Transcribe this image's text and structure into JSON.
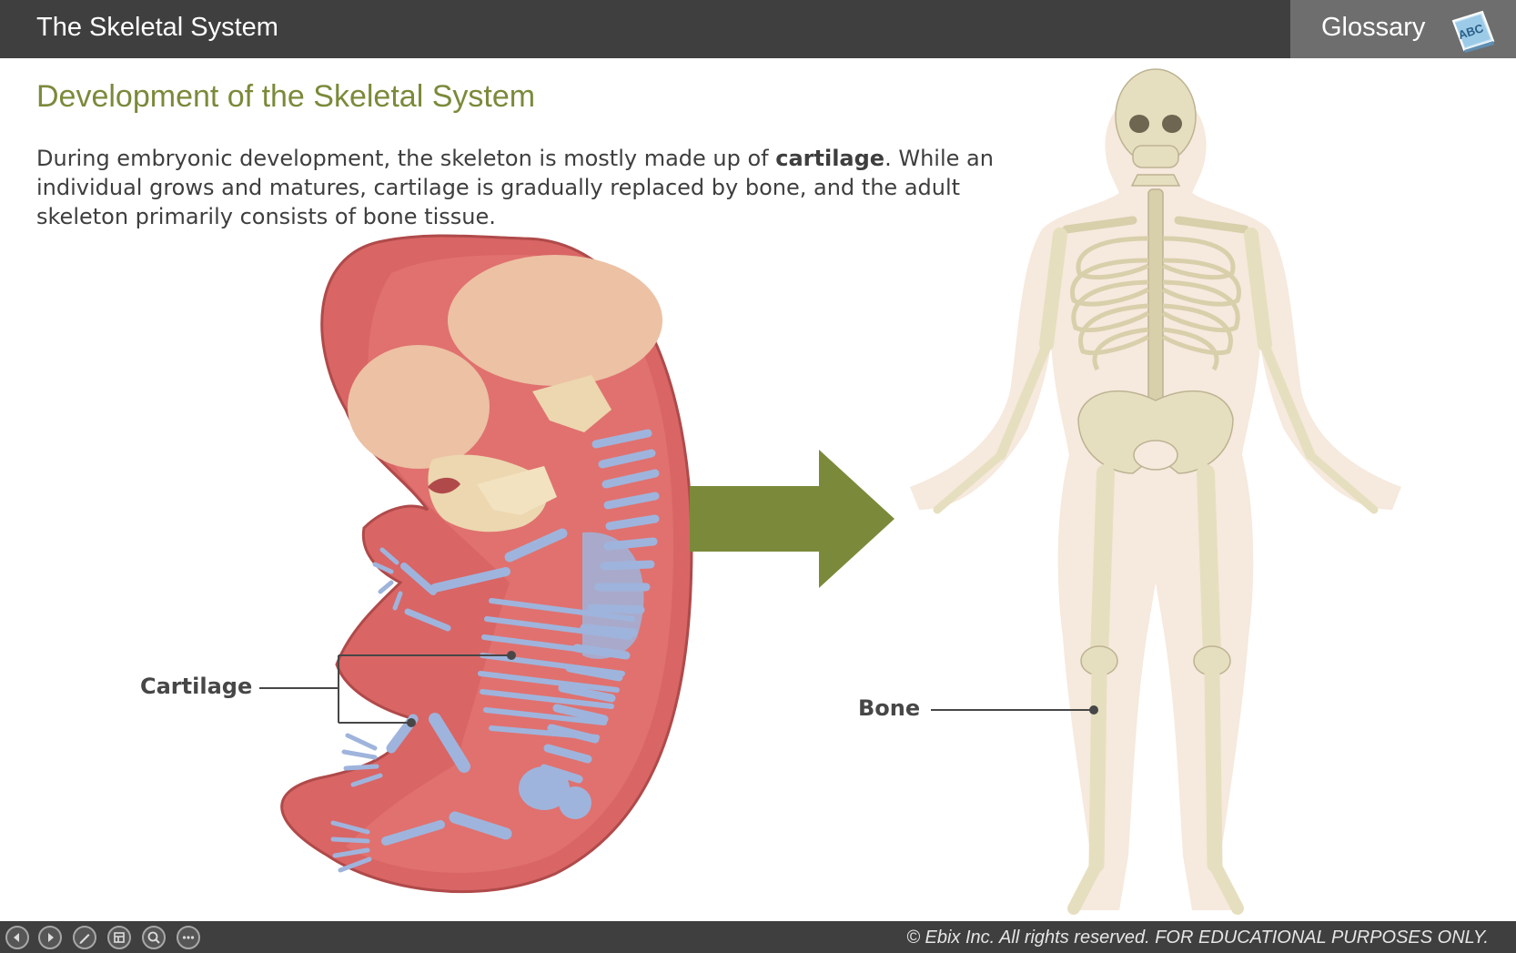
{
  "header": {
    "title": "The Skeletal System",
    "glossary_label": "Glossary",
    "glossary_icon": "abc-book-icon",
    "glossary_icon_text": "ABC"
  },
  "content": {
    "heading": "Development of the Skeletal System",
    "paragraph": {
      "before": "During embryonic development, the skeleton is mostly made up of ",
      "bold": "cartilage",
      "after": ". While an individual grows and matures, cartilage is gradually replaced by bone, and the adult skeleton primarily consists of bone tissue."
    },
    "labels": {
      "cartilage": "Cartilage",
      "bone": "Bone"
    }
  },
  "colors": {
    "header_bg": "#3f3f3f",
    "glossary_bg": "#6e6e6e",
    "heading": "#7a8a3a",
    "arrow": "#7a8a3a",
    "embryo_body": "#d96565",
    "cartilage": "#9fb4dc",
    "bone": "#e6dfbf"
  },
  "footer": {
    "controls": [
      {
        "name": "previous-icon"
      },
      {
        "name": "next-icon"
      },
      {
        "name": "pen-icon"
      },
      {
        "name": "menu-icon"
      },
      {
        "name": "zoom-icon"
      },
      {
        "name": "more-icon"
      }
    ],
    "copyright": "© Ebix Inc. All rights reserved. FOR EDUCATIONAL PURPOSES ONLY."
  }
}
